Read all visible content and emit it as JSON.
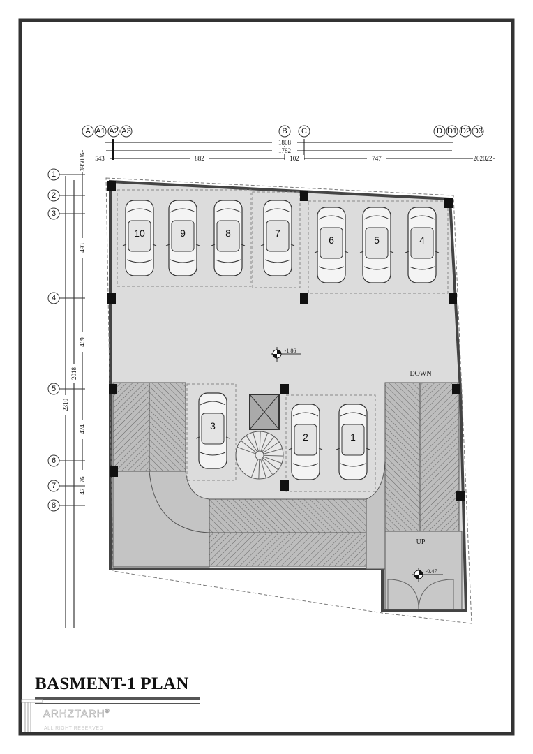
{
  "title": "BASMENT-1 PLAN",
  "logo": {
    "name": "ARHZTARH",
    "mark": "®",
    "subtitle": "ALL RIGHT RESERVED"
  },
  "grid_columns": [
    "A",
    "A1",
    "A2",
    "A3",
    "B",
    "C",
    "D",
    "D1",
    "D2",
    "D3"
  ],
  "grid_rows": [
    "1",
    "2",
    "3",
    "4",
    "5",
    "6",
    "7",
    "8"
  ],
  "dimensions_horizontal": {
    "overall_1": "1808",
    "overall_2": "1782",
    "segments": [
      "543",
      "882",
      "102",
      "747",
      "202022"
    ]
  },
  "dimensions_vertical": {
    "overall_1": "2310",
    "overall_2": "2018",
    "top_small": "395036",
    "segments": [
      "493",
      "469",
      "424",
      "76",
      "47"
    ]
  },
  "parking_spaces": [
    "10",
    "9",
    "8",
    "7",
    "6",
    "5",
    "4",
    "3",
    "2",
    "1"
  ],
  "labels": {
    "down": "DOWN",
    "up": "UP"
  },
  "levels": {
    "main": "-1.86",
    "ramp": "-0.47"
  },
  "colors": {
    "floor": "#dcdcdc",
    "wall": "#444444",
    "ramp": "#b8b8b8",
    "frame": "#333333"
  }
}
